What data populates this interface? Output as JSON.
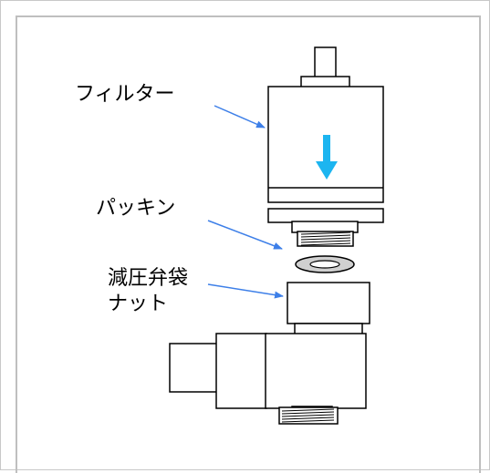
{
  "labels": {
    "filter": "フィルター",
    "packing": "パッキン",
    "reducer_nut": "減圧弁袋ナット"
  },
  "colors": {
    "arrow": "#3d7fe8",
    "flow_arrow": "#1cb5f0",
    "stroke": "#000000"
  }
}
